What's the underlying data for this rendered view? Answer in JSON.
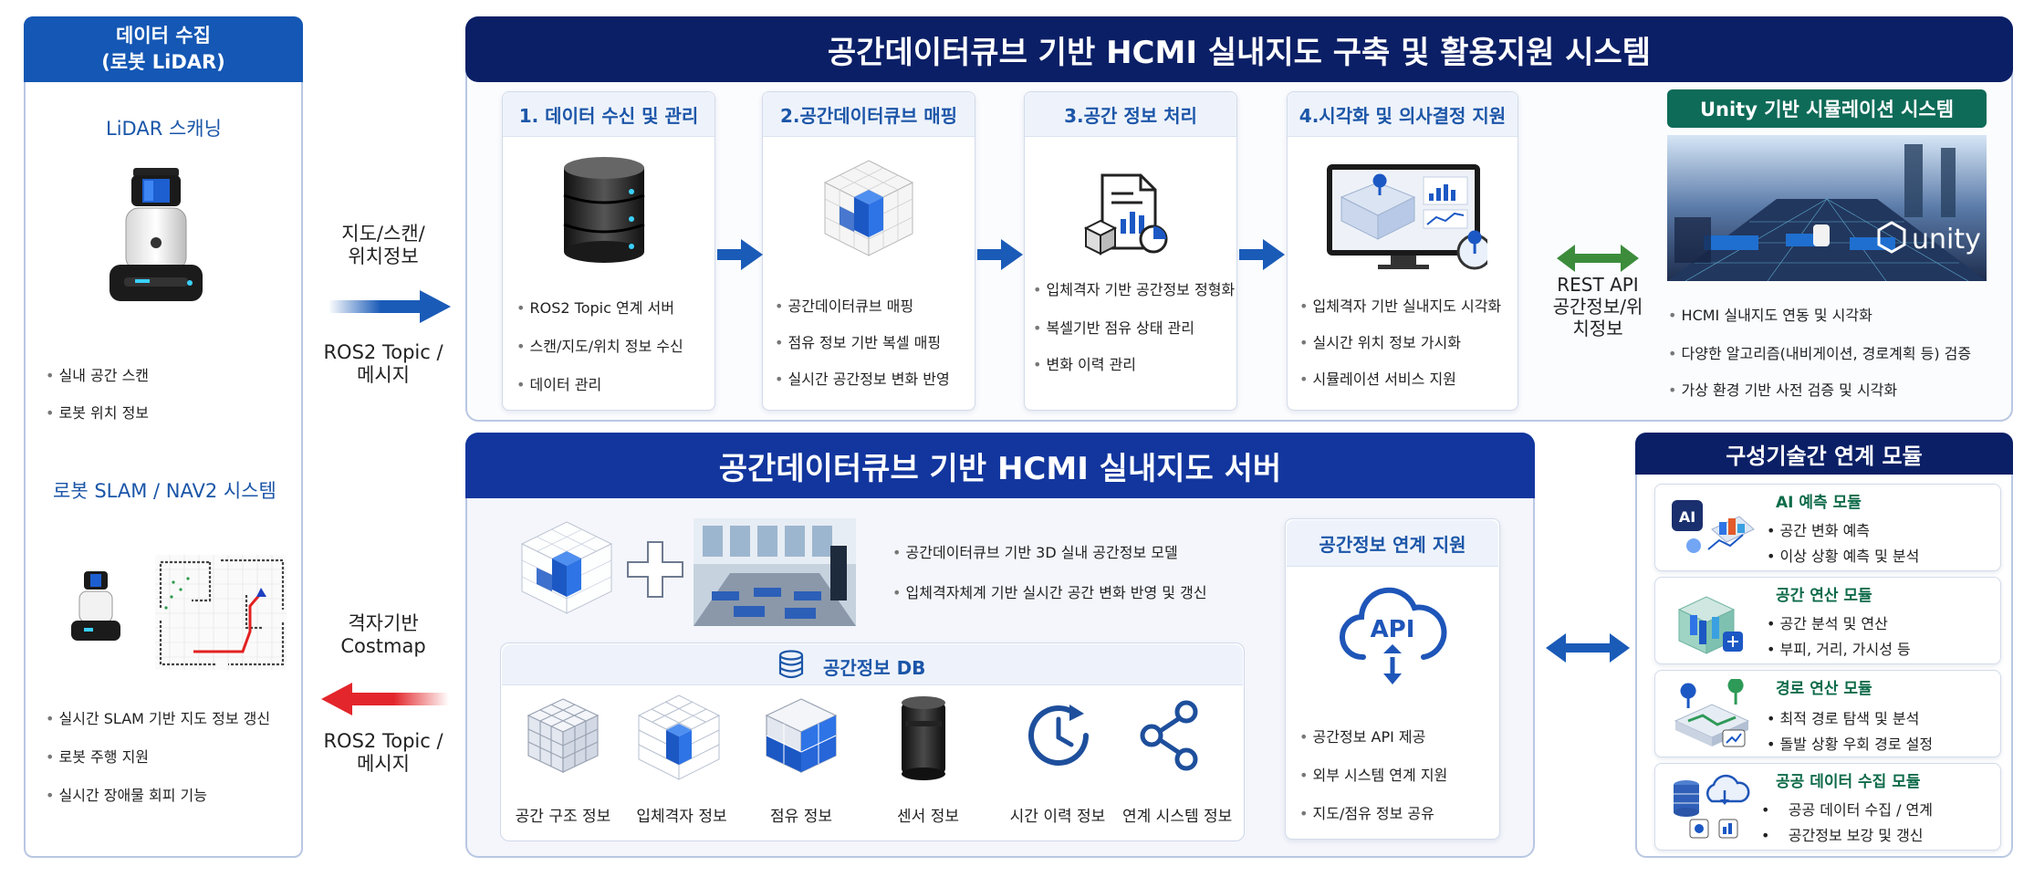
{
  "left_panel": {
    "header": [
      "데이터 수집",
      "(로봇 LiDAR)"
    ],
    "lidar_title": "LiDAR 스캐닝",
    "lidar_bullets": [
      "실내 공간 스캔",
      "로봇 위치 정보"
    ],
    "slam_title": "로봇 SLAM / NAV2 시스템",
    "slam_bullets": [
      "실시간 SLAM 기반 지도 정보 갱신",
      "로봇 주행 지원",
      "실시간 장애물 회피 기능"
    ]
  },
  "flow_left": {
    "top_label": [
      "지도/스캔/",
      "위치정보"
    ],
    "top_sub": [
      "ROS2 Topic /",
      "메시지"
    ],
    "bottom_label": [
      "격자기반",
      "Costmap"
    ],
    "bottom_sub": [
      "ROS2 Topic /",
      "메시지"
    ]
  },
  "main_title": "공간데이터큐브 기반 HCMI 실내지도 구축 및 활용지원 시스템",
  "steps": [
    {
      "title": "1. 데이터 수신 및 관리",
      "bullets": [
        "ROS2 Topic 연계 서버",
        "스캔/지도/위치 정보 수신",
        "데이터 관리"
      ]
    },
    {
      "title": "2.공간데이터큐브 매핑",
      "bullets": [
        "공간데이터큐브 매핑",
        "점유 정보 기반 복셀 매핑",
        "실시간 공간정보 변화 반영"
      ]
    },
    {
      "title": "3.공간 정보 처리",
      "bullets": [
        "입체격자 기반 공간정보 정형화",
        "복셀기반 점유 상태 관리",
        "변화 이력 관리"
      ]
    },
    {
      "title": "4.시각화 및 의사결정 지원",
      "bullets": [
        "입체격자 기반 실내지도 시각화",
        "실시간 위치 정보 가시화",
        "시뮬레이션 서비스 지원"
      ]
    }
  ],
  "rest_api": [
    "REST API",
    "공간정보/위",
    "치정보"
  ],
  "unity": {
    "title": "Unity 기반 시뮬레이션 시스템",
    "logo_text": "unity",
    "bullets": [
      "HCMI 실내지도 연동 및 시각화",
      "다양한 알고리즘(내비게이션, 경로계획 등) 검증",
      "가상 환경 기반 사전 검증 및 시각화"
    ]
  },
  "server": {
    "title": "공간데이터큐브 기반 HCMI 실내지도 서버",
    "bullets": [
      "공간데이터큐브 기반 3D 실내 공간정보 모델",
      "입체격자체계 기반 실시간 공간 변화 반영 및 갱신"
    ],
    "db_title": "공간정보 DB",
    "db_items": [
      "공간 구조 정보",
      "입체격자 정보",
      "점유 정보",
      "센서 정보",
      "시간 이력 정보",
      "연계 시스템 정보"
    ],
    "api_panel": {
      "title": "공간정보 연계 지원",
      "api_label": "API",
      "bullets": [
        "공간정보 API 제공",
        "외부 시스템 연계 지원",
        "지도/점유 정보 공유"
      ]
    }
  },
  "modules": {
    "title": "구성기술간 연계 모듈",
    "items": [
      {
        "title": "AI 예측 모듈",
        "bullets": [
          "공간 변화 예측",
          "이상 상황 예측 및 분석"
        ],
        "icon_text": "AI"
      },
      {
        "title": "공간 연산 모듈",
        "bullets": [
          "공간 분석 및 연산",
          "부피, 거리, 가시성 등"
        ]
      },
      {
        "title": "경로 연산 모듈",
        "bullets": [
          "최적 경로 탐색 및 분석",
          "돌발 상황 우회 경로 설정"
        ]
      },
      {
        "title": "공공 데이터 수집 모듈",
        "bullets": [
          "공공 데이터 수집 / 연계",
          "공간정보 보강 및 갱신"
        ]
      }
    ]
  },
  "colors": {
    "navy": "#0b1f66",
    "blue": "#1c56a8",
    "accent_blue": "#1a5bb8",
    "red": "#e3262b",
    "green": "#3c8c3c",
    "unity_green": "#0e6b58"
  }
}
